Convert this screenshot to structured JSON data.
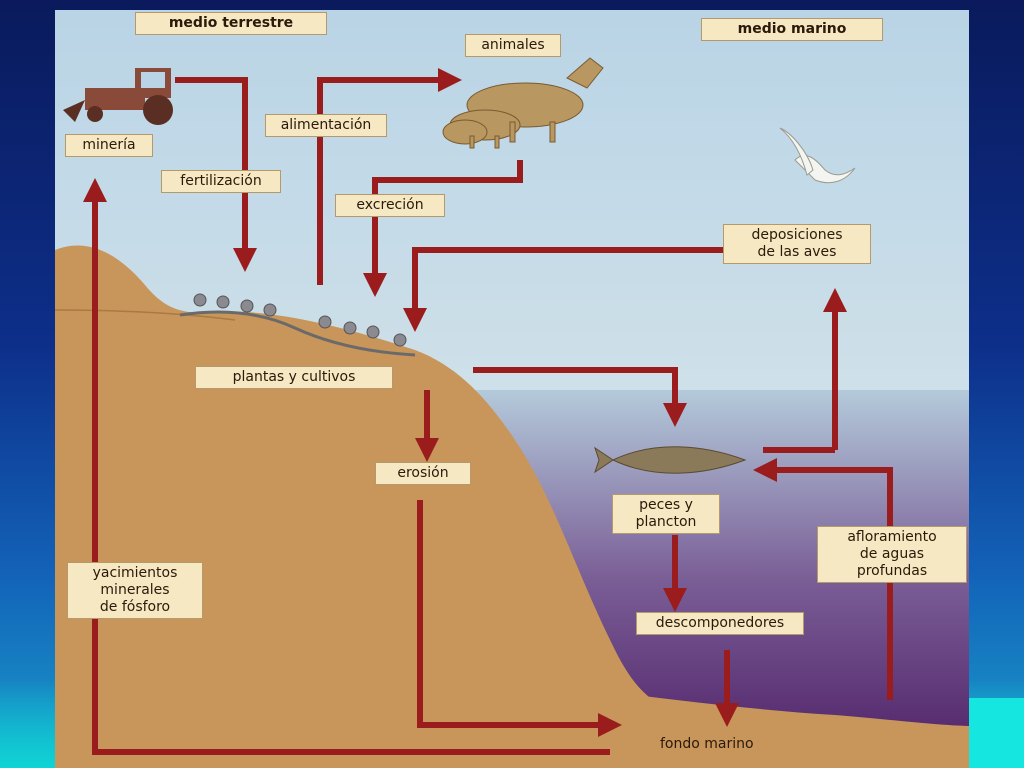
{
  "labels": {
    "medio_terrestre": "medio terrestre",
    "medio_marino": "medio marino",
    "animales": "animales",
    "alimentacion": "alimentación",
    "mineria": "minería",
    "fertilizacion": "fertilización",
    "excrecion": "excreción",
    "deposiciones": "deposiciones\nde las aves",
    "plantas": "plantas y cultivos",
    "erosion": "erosión",
    "peces": "peces y\nplancton",
    "afloramiento": "afloramiento\nde aguas\nprofundas",
    "descomponedores": "descomponedores",
    "yacimientos": "yacimientos\nminerales\nde fósforo",
    "fondo_marino": "fondo marino"
  },
  "colors": {
    "arrow": "#9b1c1c",
    "label_bg": "#f6e8c2",
    "earth": "#c8965a",
    "sky": "#cfe0ea",
    "sea_top": "#a9c4d8",
    "sea_bottom": "#5a2a72"
  },
  "icons": [
    "tractor-icon",
    "animals-icon",
    "bird-icon",
    "plants-icon",
    "fish-icon"
  ]
}
